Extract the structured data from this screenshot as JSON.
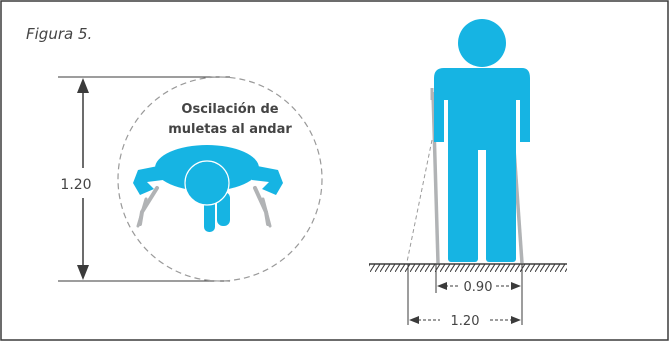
{
  "figure": {
    "caption": "Figura 5.",
    "top_view": {
      "label_line1": "Oscilación de",
      "label_line2": "muletas al andar",
      "height_dimension": "1.20"
    },
    "front_view": {
      "inner_width_dimension": "0.90",
      "outer_width_dimension": "1.20"
    }
  },
  "colors": {
    "figure_blue": "#16b4e3",
    "crutch_gray": "#b1b3b5",
    "line_dark": "#3b3b3b",
    "dash_gray": "#9a9a9a",
    "text": "#444444"
  }
}
